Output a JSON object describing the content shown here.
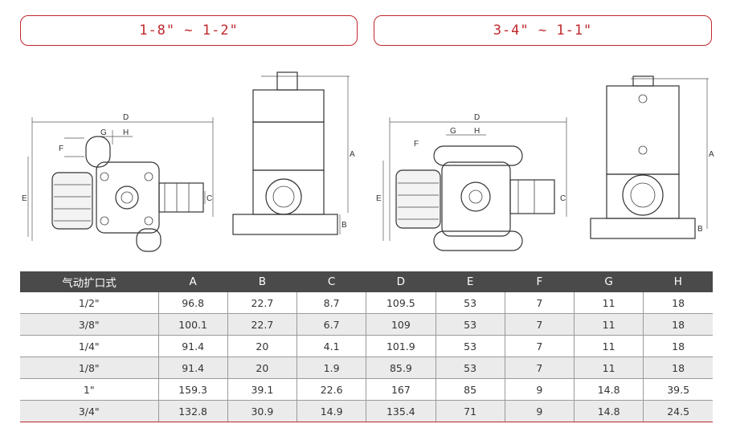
{
  "ranges": {
    "left_label": "1-8\" ~ 1-2\"",
    "right_label": "3-4\" ~ 1-1\""
  },
  "drawing_labels": {
    "A": "A",
    "B": "B",
    "C": "C",
    "D": "D",
    "E": "E",
    "F": "F",
    "G": "G",
    "H": "H"
  },
  "table": {
    "headers": [
      "气动扩口式",
      "A",
      "B",
      "C",
      "D",
      "E",
      "F",
      "G",
      "H"
    ],
    "rows": [
      [
        "1/2\"",
        "96.8",
        "22.7",
        "8.7",
        "109.5",
        "53",
        "7",
        "11",
        "18"
      ],
      [
        "3/8\"",
        "100.1",
        "22.7",
        "6.7",
        "109",
        "53",
        "7",
        "11",
        "18"
      ],
      [
        "1/4\"",
        "91.4",
        "20",
        "4.1",
        "101.9",
        "53",
        "7",
        "11",
        "18"
      ],
      [
        "1/8\"",
        "91.4",
        "20",
        "1.9",
        "85.9",
        "53",
        "7",
        "11",
        "18"
      ],
      [
        "1\"",
        "159.3",
        "39.1",
        "22.6",
        "167",
        "85",
        "9",
        "14.8",
        "39.5"
      ],
      [
        "3/4\"",
        "132.8",
        "30.9",
        "14.9",
        "135.4",
        "71",
        "9",
        "14.8",
        "24.5"
      ]
    ]
  }
}
